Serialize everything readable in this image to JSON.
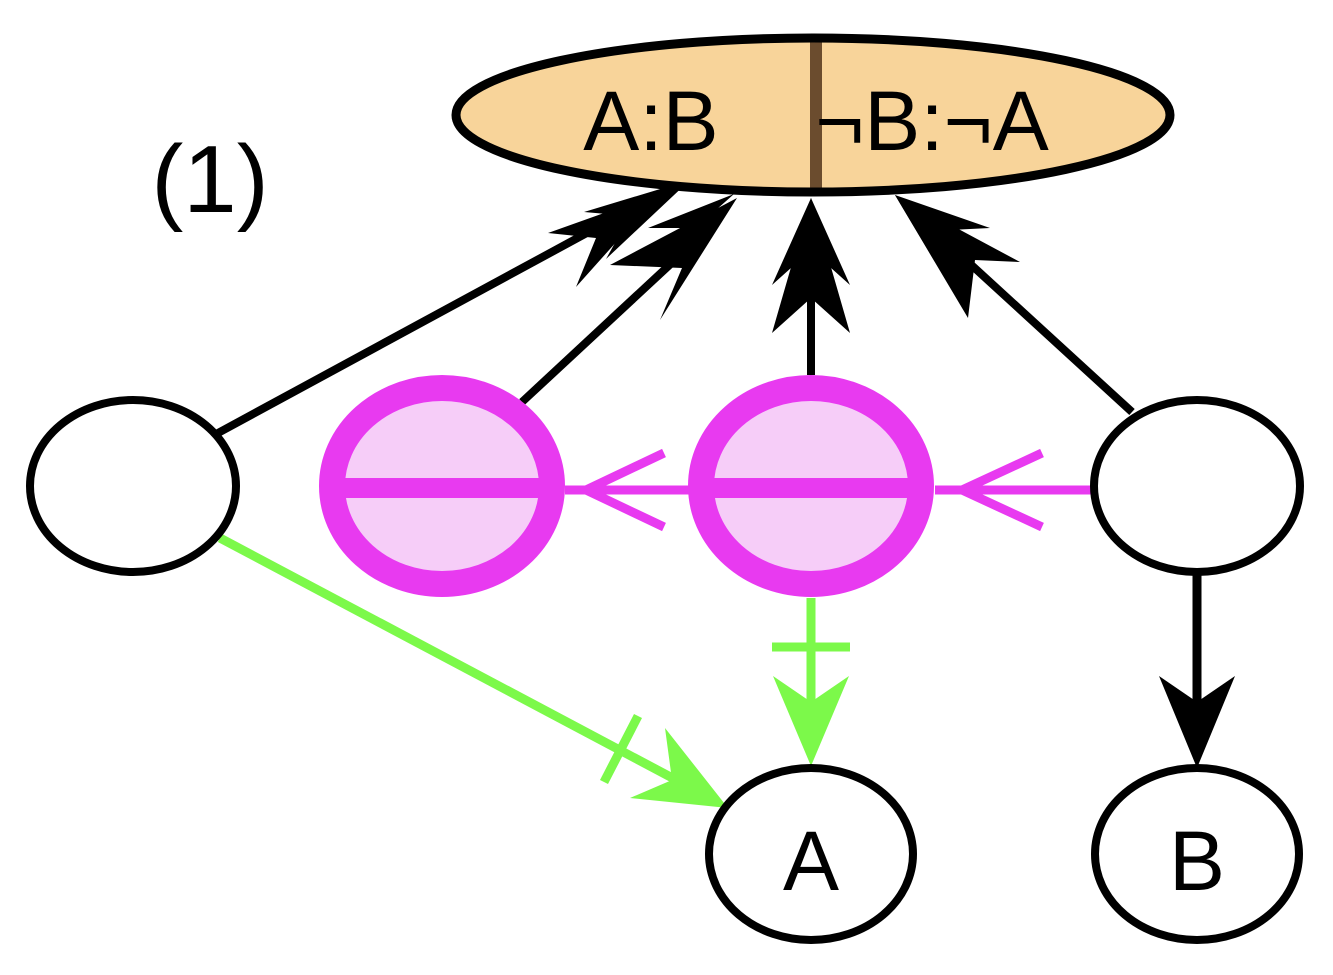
{
  "panel_label": "(1)",
  "top_node": {
    "left_label": "A:B",
    "right_label": "¬B:¬A",
    "fill": "#f8d49a",
    "divider_color": "#6b4c2e"
  },
  "nodes": {
    "left_empty": {
      "label": ""
    },
    "magenta_1": {
      "label": ""
    },
    "magenta_2": {
      "label": ""
    },
    "right_empty": {
      "label": ""
    },
    "node_a": {
      "label": "A"
    },
    "node_b": {
      "label": "B"
    }
  },
  "colors": {
    "black": "#000000",
    "magenta": "#e83af0",
    "magenta_fill": "#f6cdf8",
    "green": "#7cf94a"
  },
  "edges": [
    {
      "from": "left_empty",
      "to": "top_node",
      "style": "black-double-arrow"
    },
    {
      "from": "magenta_1",
      "to": "top_node",
      "style": "black-double-arrow"
    },
    {
      "from": "magenta_2",
      "to": "top_node",
      "style": "black-double-arrow"
    },
    {
      "from": "right_empty",
      "to": "top_node",
      "style": "black-double-arrow"
    },
    {
      "from": "right_empty",
      "to": "magenta_2",
      "style": "magenta-open-arrow"
    },
    {
      "from": "magenta_2",
      "to": "magenta_1",
      "style": "magenta-open-arrow"
    },
    {
      "from": "left_empty",
      "to": "node_a",
      "style": "green-barred-arrow"
    },
    {
      "from": "magenta_2",
      "to": "node_a",
      "style": "green-barred-arrow"
    },
    {
      "from": "right_empty",
      "to": "node_b",
      "style": "black-arrow"
    }
  ]
}
